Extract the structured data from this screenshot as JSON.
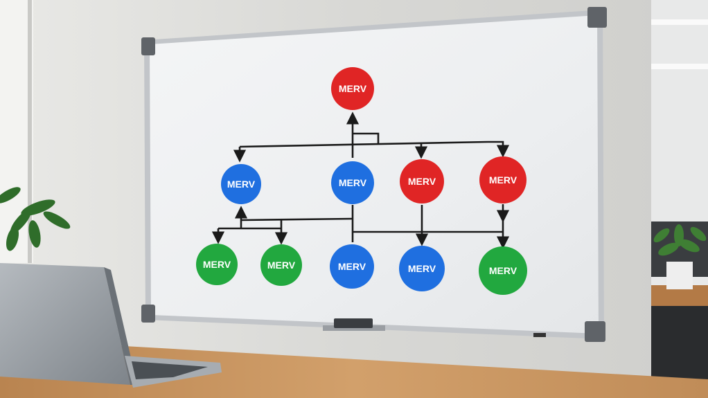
{
  "colors": {
    "wall": "#d6d6d3",
    "board_surface": "#eef0f2",
    "frame": "#b9bcc0",
    "node_red": "#e02525",
    "node_blue": "#1f6fe0",
    "node_green": "#22a83f",
    "line": "#1a1a1a",
    "desk": "#c8955e",
    "laptop": "#9aa0a6",
    "plant": "#2f6d2a"
  },
  "diagram": {
    "nodes": [
      {
        "id": "n1",
        "label": "MERV",
        "color": "red"
      },
      {
        "id": "n2",
        "label": "MERV",
        "color": "blue"
      },
      {
        "id": "n3",
        "label": "MERV",
        "color": "blue"
      },
      {
        "id": "n4",
        "label": "MERV",
        "color": "red"
      },
      {
        "id": "n5",
        "label": "MERV",
        "color": "red"
      },
      {
        "id": "n6",
        "label": "MERV",
        "color": "green"
      },
      {
        "id": "n7",
        "label": "MERV",
        "color": "green"
      },
      {
        "id": "n8",
        "label": "MERV",
        "color": "blue"
      },
      {
        "id": "n9",
        "label": "MERV",
        "color": "blue"
      },
      {
        "id": "n10",
        "label": "MERV",
        "color": "green"
      }
    ]
  }
}
